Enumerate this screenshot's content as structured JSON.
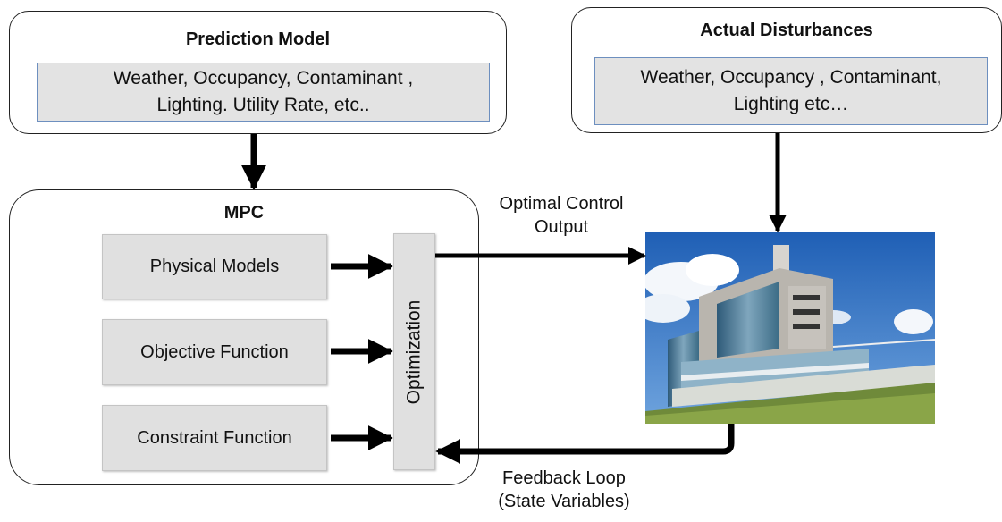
{
  "prediction_model": {
    "title": "Prediction Model",
    "line1": "Weather, Occupancy, Contaminant ,",
    "line2": "Lighting. Utility Rate, etc.."
  },
  "actual_disturbances": {
    "title": "Actual Disturbances",
    "line1": "Weather, Occupancy , Contaminant,",
    "line2": "Lighting  etc…"
  },
  "mpc": {
    "title": "MPC",
    "physical_models": "Physical Models",
    "objective_function": "Objective Function",
    "constraint_function": "Constraint Function",
    "optimization": "Optimization"
  },
  "labels": {
    "optimal_control_line1": "Optimal Control",
    "optimal_control_line2": "Output",
    "feedback_line1": "Feedback Loop",
    "feedback_line2": "(State Variables)"
  },
  "colors": {
    "inner_border": "#6d8fbf",
    "box_fill": "#e0e0e0",
    "arrow": "#000000"
  },
  "icons": {
    "building": "building-photo"
  }
}
